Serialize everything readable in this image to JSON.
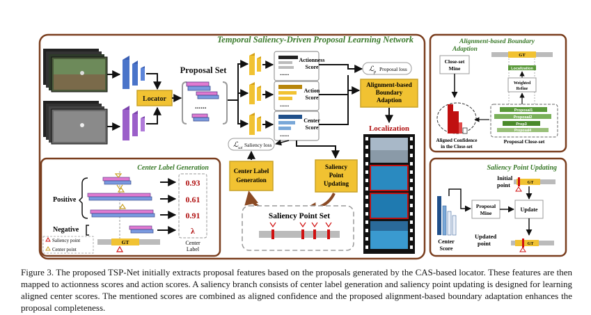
{
  "main_title": "Temporal Saliency-Driven Proposal Learning Network",
  "proposal_set_label": "Proposal Set",
  "locator_label": "Locator",
  "score_labels": {
    "actionness": [
      "Actionness",
      "Score"
    ],
    "action": [
      "Action",
      "Score"
    ],
    "center": [
      "Center",
      "Score"
    ]
  },
  "proposal_loss_label": "Proposal loss",
  "saliency_loss_label": "Saliency loss",
  "loss_symbols": {
    "proposal": "ℒ",
    "proposal_sub": "p",
    "saliency": "ℒ",
    "saliency_sub": "sal"
  },
  "boundary_adaption_label": [
    "Alignment-based",
    "Boundary",
    "Adaption"
  ],
  "center_label_generation_box": [
    "Center Label",
    "Generation"
  ],
  "saliency_point_updating_box": [
    "Saliency",
    "Point",
    "Updating"
  ],
  "saliency_point_set_label": "Saliency Point Set",
  "localization_label": "Localization",
  "dots": "......",
  "center_label_panel": {
    "title": "Center Label Generation",
    "positive_label": "Positive",
    "negative_label": "Negative",
    "values": [
      "0.93",
      "0.61",
      "0.91",
      "λ"
    ],
    "center_label_caption": [
      "Center",
      "Label"
    ],
    "gt_label": "GT",
    "legend_saliency": "Saliency point",
    "legend_center": "Center point"
  },
  "alignment_panel": {
    "title": [
      "Alignment-based Boundary",
      "Adaption"
    ],
    "closeset_mine": [
      "Close-set",
      "Mine"
    ],
    "gt_label": "GT",
    "localization": "Localization",
    "weighted_refine": [
      "Weighted",
      "Refine"
    ],
    "proposals": [
      "Proposal1",
      "Proposal2",
      "Prop3",
      "Proposal4"
    ],
    "aligned_confidence": [
      "Aligned Confidence",
      "in the Close-set"
    ],
    "proposal_closeset": "Proposal Close-set"
  },
  "saliency_update_panel": {
    "title": "Saliency Point Updating",
    "initial_point": [
      "Initial",
      "point"
    ],
    "updated_point": [
      "Updated",
      "point"
    ],
    "proposal_mine": [
      "Proposal",
      "Mine"
    ],
    "update": "Update",
    "center_score": [
      "Center",
      "Score"
    ],
    "gt_label": "GT"
  },
  "caption": "Figure 3. The proposed TSP-Net initially extracts proposal features based on the proposals generated by the CAS-based locator. These features are then mapped to actionness scores and action scores. A saliency branch consists of center label generation and saliency point updating is designed for learning aligned center scores. The mentioned scores are combined as aligned confidence and the proposed alignment-based boundary adaptation enhances the proposal completeness.",
  "colors": {
    "panel_border": "#7a3e1e",
    "title_green": "#3a7a2a",
    "gold": "#f1c232",
    "gold_border": "#c9a227",
    "blue_cnn": "#4a74c9",
    "purple_cnn": "#9b5fc9",
    "red_value": "#b01010",
    "gt_gold": "#f1c232",
    "film": "#111111"
  }
}
